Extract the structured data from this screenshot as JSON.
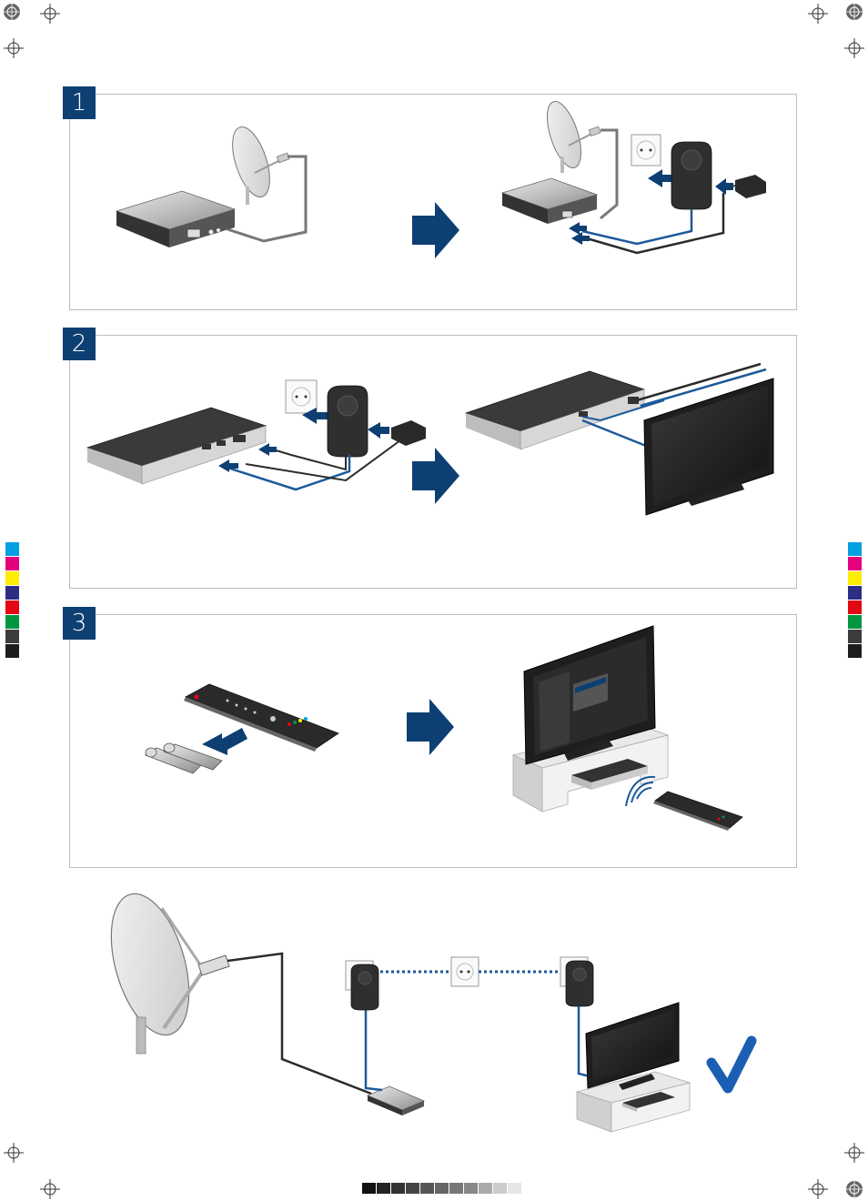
{
  "steps": [
    {
      "number": "1"
    },
    {
      "number": "2"
    },
    {
      "number": "3"
    }
  ],
  "colors": {
    "brand_blue": "#0d3f73",
    "cable_blue": "#1d5a9a",
    "cable_dark": "#2b2b2b",
    "device_dark": "#2f2f2f",
    "device_silver": "#b9b9b9",
    "check_blue": "#1a5fb4",
    "panel_border": "#bdbdbd"
  },
  "icons": [
    "satellite-dish-icon",
    "receiver-icon",
    "powerline-adapter-icon",
    "wall-socket-icon",
    "power-supply-icon",
    "arrow-right-icon",
    "tv-icon",
    "remote-control-icon",
    "battery-icon",
    "checkmark-icon"
  ],
  "calibration": {
    "gray_steps": [
      "#111111",
      "#222222",
      "#333333",
      "#444444",
      "#555555",
      "#666666",
      "#777777",
      "#888888",
      "#aaaaaa",
      "#cccccc",
      "#e6e6e6"
    ],
    "color_swatches": [
      "#00a0e3",
      "#e5007d",
      "#ffed00",
      "#2d2e83",
      "#e30613",
      "#009640",
      "#3c3c3b",
      "#1d1d1b"
    ]
  }
}
